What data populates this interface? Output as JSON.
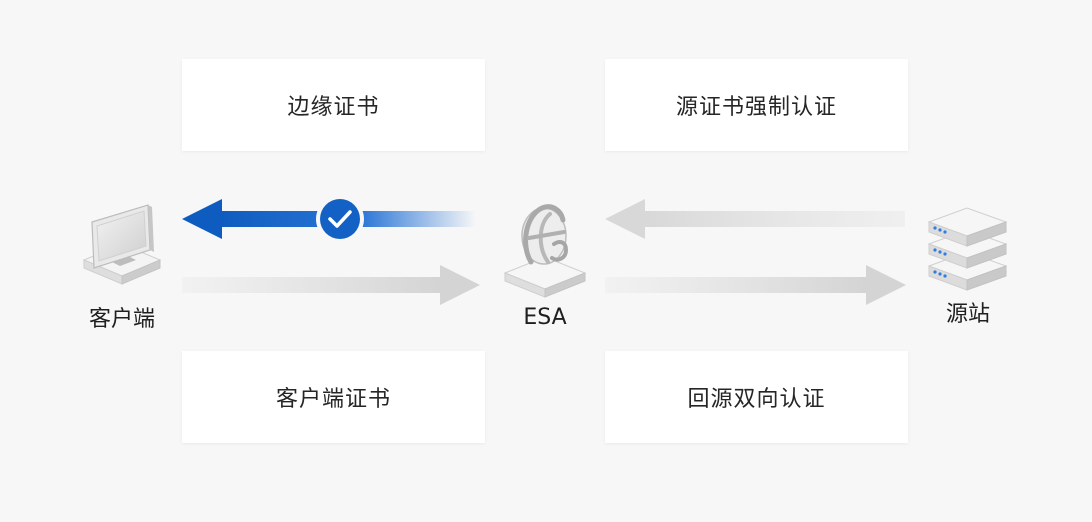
{
  "cards": {
    "edge_cert": "边缘证书",
    "client_cert": "客户端证书",
    "origin_force": "源证书强制认证",
    "origin_mutual": "回源双向认证"
  },
  "nodes": {
    "client": "客户端",
    "esa": "ESA",
    "origin": "源站"
  },
  "colors": {
    "accent_blue": "#1464c8",
    "arrow_gray": "#d9d9d9",
    "card_bg": "#ffffff",
    "page_bg": "#f7f7f7"
  },
  "icons": {
    "client": "computer-monitor-icon",
    "esa": "esa-node-icon",
    "origin": "server-stack-icon",
    "check": "check-circle-icon"
  }
}
